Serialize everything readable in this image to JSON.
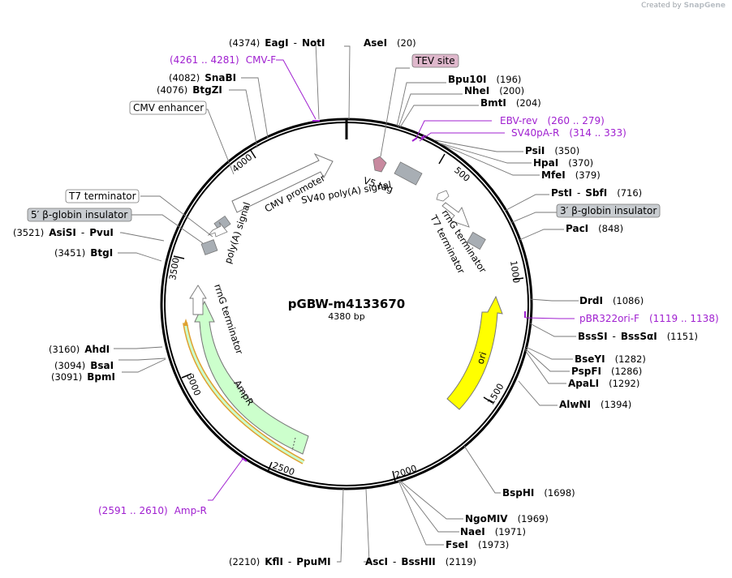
{
  "credit": {
    "prefix": "Created by",
    "brand": "SnapGene"
  },
  "plasmid": {
    "name": "pGBW-m4133670",
    "length_label": "4380 bp",
    "length": 4380
  },
  "enzymes": [
    {
      "name": "AseI",
      "pos": "(20)"
    },
    {
      "name": "Bpu10I",
      "pos": "(196)"
    },
    {
      "name": "NheI",
      "pos": "(200)"
    },
    {
      "name": "BmtI",
      "pos": "(204)"
    },
    {
      "name": "PsiI",
      "pos": "(350)"
    },
    {
      "name": "HpaI",
      "pos": "(370)"
    },
    {
      "name": "MfeI",
      "pos": "(379)"
    },
    {
      "name": "PstI",
      "name2": "SbfI",
      "pos": "(716)"
    },
    {
      "name": "PacI",
      "pos": "(848)"
    },
    {
      "name": "DrdI",
      "pos": "(1086)"
    },
    {
      "name": "BssSI",
      "name2": "BssSαI",
      "pos": "(1151)"
    },
    {
      "name": "BseYI",
      "pos": "(1282)"
    },
    {
      "name": "PspFI",
      "pos": "(1286)"
    },
    {
      "name": "ApaLI",
      "pos": "(1292)"
    },
    {
      "name": "AlwNI",
      "pos": "(1394)"
    },
    {
      "name": "BspHI",
      "pos": "(1698)"
    },
    {
      "name": "NgoMIV",
      "pos": "(1969)"
    },
    {
      "name": "NaeI",
      "pos": "(1971)"
    },
    {
      "name": "FseI",
      "pos": "(1973)"
    },
    {
      "name": "AscI",
      "name2": "BssHII",
      "pos": "(2119)"
    },
    {
      "name": "KflI",
      "name2": "PpuMI",
      "pos": "(2210)"
    },
    {
      "name": "BpmI",
      "pos": "(3091)"
    },
    {
      "name": "BsaI",
      "pos": "(3094)"
    },
    {
      "name": "AhdI",
      "pos": "(3160)"
    },
    {
      "name": "BtgI",
      "pos": "(3451)"
    },
    {
      "name": "AsiSI",
      "name2": "PvuI",
      "pos": "(3521)"
    },
    {
      "name": "BtgZI",
      "pos": "(4076)"
    },
    {
      "name": "SnaBI",
      "pos": "(4082)"
    },
    {
      "name": "EagI",
      "name2": "NotI",
      "pos": "(4374)"
    }
  ],
  "primers": [
    {
      "name": "CMV-F",
      "range": "(4261 .. 4281)"
    },
    {
      "name": "EBV-rev",
      "range": "(260 .. 279)"
    },
    {
      "name": "SV40pA-R",
      "range": "(314 .. 333)"
    },
    {
      "name": "pBR322ori-F",
      "range": "(1119 .. 1138)"
    },
    {
      "name": "Amp-R",
      "range": "(2591 .. 2610)"
    }
  ],
  "boxed_labels": {
    "tev": "TEV site",
    "cmv_enh": "CMV enhancer",
    "t7": "T7 terminator",
    "ins5": "5′ β-globin insulator",
    "ins3": "3′ β-globin insulator"
  },
  "features": {
    "cmv_promoter": "CMV promoter",
    "polyA_left": "poly(A) signal",
    "v5": "V5 tag",
    "sv40": "SV40 poly(A) signal",
    "rrng_right": "rrnG terminator",
    "t7_right": "T7 terminator",
    "ori": "ori",
    "ampr": "AmpR",
    "rrng_left": "rrnG terminator"
  },
  "ticks": [
    "500",
    "1000",
    "1500",
    "2000",
    "2500",
    "3000",
    "3500",
    "4000"
  ],
  "colors": {
    "primer": "#a020d0",
    "ori": "#ffff00",
    "ampr": "#ccffcc",
    "tev": "#dfb8cc",
    "grey": "#a8aeb4"
  }
}
